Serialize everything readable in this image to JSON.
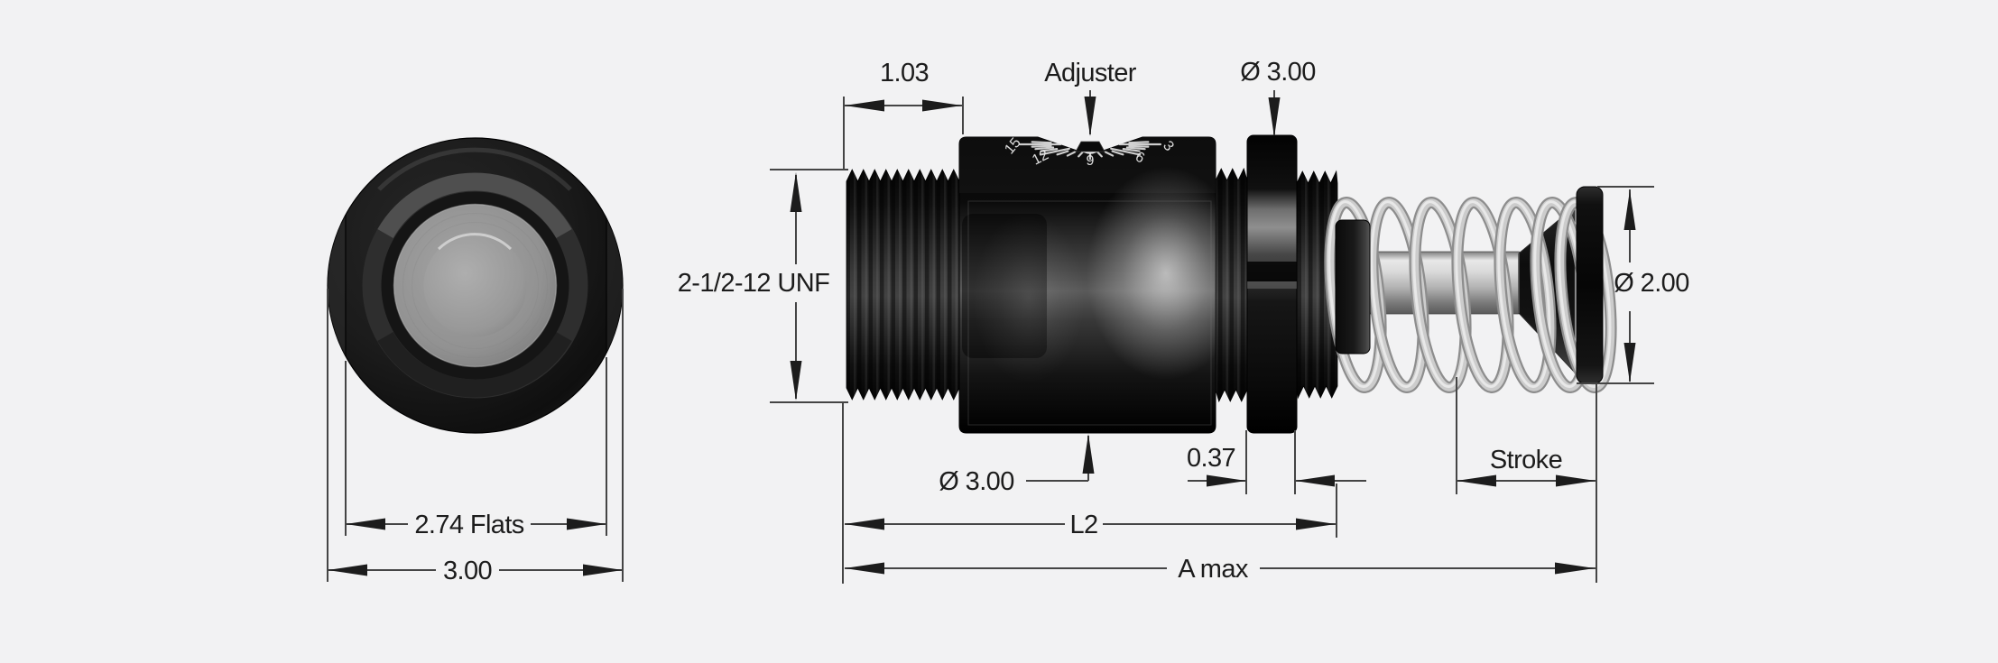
{
  "canvas": {
    "background_color": "#f2f2f3"
  },
  "front_view": {
    "dim_flats": "2.74 Flats",
    "dim_outer_diameter": "3.00"
  },
  "side_view": {
    "dim_thread_length": "1.03",
    "label_adjuster": "Adjuster",
    "dim_locknut_diameter": "Ø 3.00",
    "dim_thread_spec": "2-1/2-12 UNF",
    "dim_body_diameter": "Ø 3.00",
    "dim_locknut_width": "0.37",
    "dim_stroke": "Stroke",
    "dim_l2": "L2",
    "dim_a_max": "A max",
    "dim_rod_button_diameter": "Ø 2.00",
    "dial": {
      "numbers": [
        "15",
        "12",
        "9",
        "6",
        "3"
      ]
    }
  },
  "colors": {
    "background": "#f2f2f3",
    "dimension_line": "#454545",
    "text": "#1c1c1c",
    "metal_black": "#0a0a0a",
    "spring_silver": "#cccccc",
    "rod_silver": "#c0c0c0"
  }
}
